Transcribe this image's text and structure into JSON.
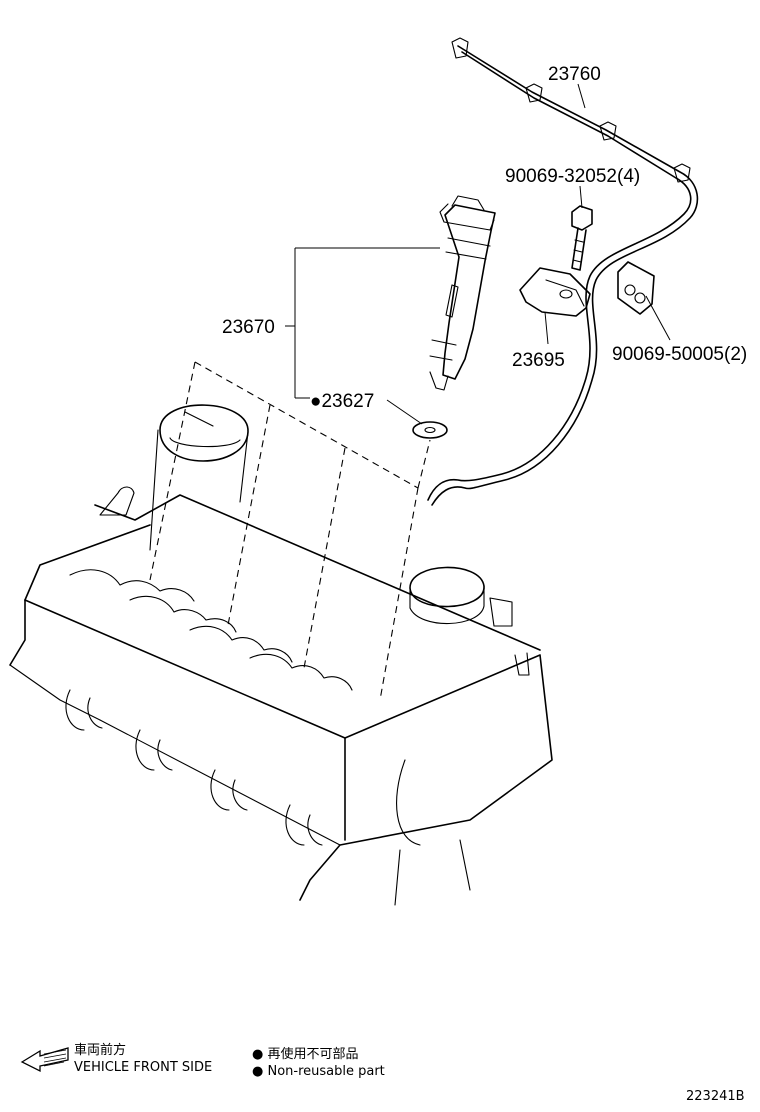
{
  "diagram": {
    "parts": [
      {
        "id": "part-23760",
        "label": "23760"
      },
      {
        "id": "part-90069-32052",
        "label": "90069-32052(4)"
      },
      {
        "id": "part-23670",
        "label": "23670"
      },
      {
        "id": "part-23627",
        "label": "●23627"
      },
      {
        "id": "part-23695",
        "label": "23695"
      },
      {
        "id": "part-90069-50005",
        "label": "90069-50005(2)"
      }
    ],
    "legend": {
      "direction_jp": "車両前方",
      "direction_en": "VEHICLE FRONT SIDE",
      "nonreusable_jp": "● 再使用不可部品",
      "nonreusable_en": "● Non-reusable part"
    },
    "figure_code": "223241B"
  }
}
